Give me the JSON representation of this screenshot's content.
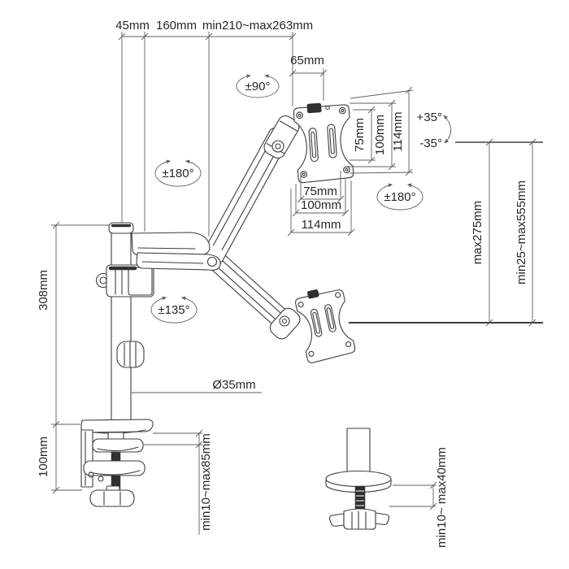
{
  "labels": {
    "top_45": "45mm",
    "top_160": "160mm",
    "top_reach": "min210~max263mm",
    "top_65": "65mm",
    "rot_90": "±90°",
    "rot_180_arm": "±180°",
    "rot_135": "±135°",
    "rot_180_head": "±180°",
    "tilt_up": "+35°",
    "tilt_down": "-35°",
    "vesa_v_75": "75mm",
    "vesa_v_100": "100mm",
    "vesa_v_114": "114mm",
    "vesa_h_75": "75mm",
    "vesa_h_100": "100mm",
    "vesa_h_114": "114mm",
    "pole_height": "308mm",
    "pole_diameter": "Ø35mm",
    "clamp_height": "100mm",
    "clamp_range": "min10~max85mm",
    "height_max": "max275mm",
    "height_range": "min25~max555mm",
    "grommet_range": "min10~ max40mm"
  },
  "colors": {
    "bg": "#ffffff",
    "line": "#3d3d3d",
    "dim": "#5f5f5f",
    "text": "#262626",
    "dark": "#303030"
  }
}
